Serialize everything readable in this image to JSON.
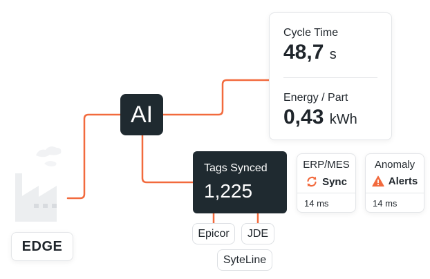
{
  "edge": {
    "label": "EDGE"
  },
  "ai": {
    "label": "AI"
  },
  "metrics": [
    {
      "label": "Cycle Time",
      "value": "48,7",
      "unit": "s"
    },
    {
      "label": "Energy / Part",
      "value": "0,43",
      "unit": "kWh"
    }
  ],
  "tags": {
    "label": "Tags Synced",
    "value": "1,225"
  },
  "systems": {
    "epicor": "Epicor",
    "jde": "JDE",
    "syteline": "SyteLine"
  },
  "erp": {
    "title": "ERP/MES",
    "status": "Sync",
    "latency": "14 ms",
    "icon": "sync-icon"
  },
  "anomaly": {
    "title": "Anomaly",
    "status": "Alerts",
    "latency": "14 ms",
    "icon": "warning-icon"
  },
  "colors": {
    "accent": "#f26a3d",
    "dark": "#1f2a30",
    "factory": "#eceef0"
  }
}
